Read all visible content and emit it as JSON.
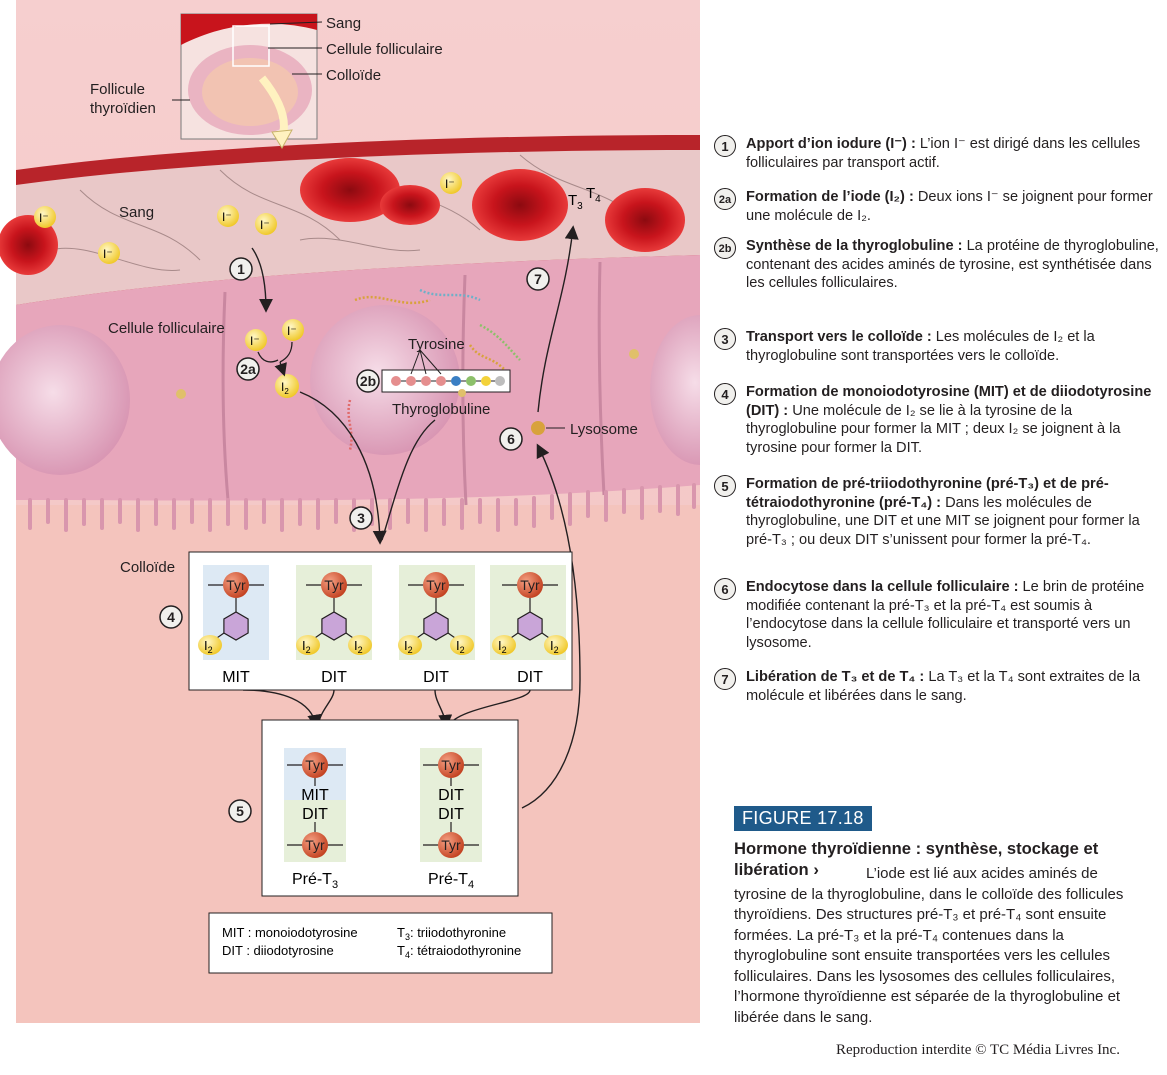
{
  "inset": {
    "blood": "Sang",
    "follicular_cell": "Cellule folliculaire",
    "colloid": "Colloïde",
    "follicle_line1": "Follicule",
    "follicle_line2": "thyroïdien"
  },
  "diagram": {
    "blood": "Sang",
    "iodide": "I⁻",
    "follicular_cell": "Cellule folliculaire",
    "tyrosine": "Tyrosine",
    "thyroglobulin": "Thyroglobuline",
    "colloid": "Colloïde",
    "lysosome": "Lysosome",
    "i2_base": "I",
    "i2_sub": "2",
    "t3_base": "T",
    "t3_sub": "3",
    "t4_base": "T",
    "t4_sub": "4",
    "tyr": "Tyr",
    "mit": "MIT",
    "dit": "DIT",
    "pre_t3": "Pré-T",
    "pre_t4": "Pré-T",
    "steps": [
      "1",
      "2a",
      "2b",
      "3",
      "4",
      "5",
      "6",
      "7"
    ]
  },
  "key": {
    "mit": "MIT : monoiodotyrosine",
    "dit": "DIT : diiodotyrosine",
    "t3": ": triiodothyronine",
    "t4": ": tétraiodothyronine"
  },
  "legend": [
    {
      "num": "1",
      "title": "Apport d’ion iodure (I⁻) :",
      "text": " L’ion I⁻ est dirigé dans les cellules folliculaires par transport actif."
    },
    {
      "num": "2a",
      "title": "Formation de l’iode (I₂) :",
      "text": " Deux ions I⁻ se joignent pour former une molécule de I₂."
    },
    {
      "num": "2b",
      "title": "Synthèse de la thyroglobuline :",
      "text": " La protéine de thyroglobuline, contenant des acides aminés de tyrosine, est synthétisée dans les cellules folliculaires."
    },
    {
      "num": "3",
      "title": "Transport vers le colloïde :",
      "text": " Les molécules de I₂ et la thyroglobuline sont transportées vers le colloïde."
    },
    {
      "num": "4",
      "title": "Formation de monoiodotyrosine (MIT) et de diiodotyrosine (DIT) :",
      "text": " Une molécule de I₂ se lie à la tyrosine de la thyroglobuline pour former la MIT ; deux I₂ se joignent à la tyrosine pour former la DIT."
    },
    {
      "num": "5",
      "title": "Formation de pré-triiodothyronine (pré-T₃) et de pré-tétraiodothyronine (pré-T₄) :",
      "text": " Dans les molécules de thyroglobuline, une DIT et une MIT se joignent pour former la pré-T₃ ; ou deux DIT s’unissent pour former la pré-T₄."
    },
    {
      "num": "6",
      "title": "Endocytose dans la cellule folliculaire :",
      "text": " Le brin de protéine modifiée contenant la pré-T₃ et la pré-T₄ est soumis à l’endocytose dans la cellule folliculaire et transporté vers un lysosome."
    },
    {
      "num": "7",
      "title": "Libération de T₃ et de T₄ :",
      "text": " La T₃ et la T₄ sont extraites de la molécule et libérées dans le sang."
    }
  ],
  "figure": {
    "tag": "FIGURE 17.18",
    "title": "Hormone thyroïdienne : synthèse, stockage et libération",
    "arrow": "›",
    "body_lead": "L’iode est lié aux acides aminés",
    "body": "de tyrosine de la thyroglobuline, dans le colloïde des follicules thyroïdiens. Des structures pré-T₃ et pré-T₄ sont ensuite formées. La pré-T₃ et la pré-T₄ contenues dans la thyroglobuline sont ensuite transportées vers les cellules folliculaires. Dans les lysosomes des cellules folliculaires, l’hormone thyroïdienne est séparée de la thyroglobuline et libérée dans le sang."
  },
  "copyright": "Reproduction interdite © TC Média Livres Inc.",
  "colors": {
    "tissue": "#f2b7b5",
    "cells": "#e7a6bb",
    "colloid": "#f5c9c3",
    "rbc": "#c8141c",
    "iodide": "#f3d23a",
    "tyr": "#d9573a",
    "accent": "#1f5a8a"
  }
}
